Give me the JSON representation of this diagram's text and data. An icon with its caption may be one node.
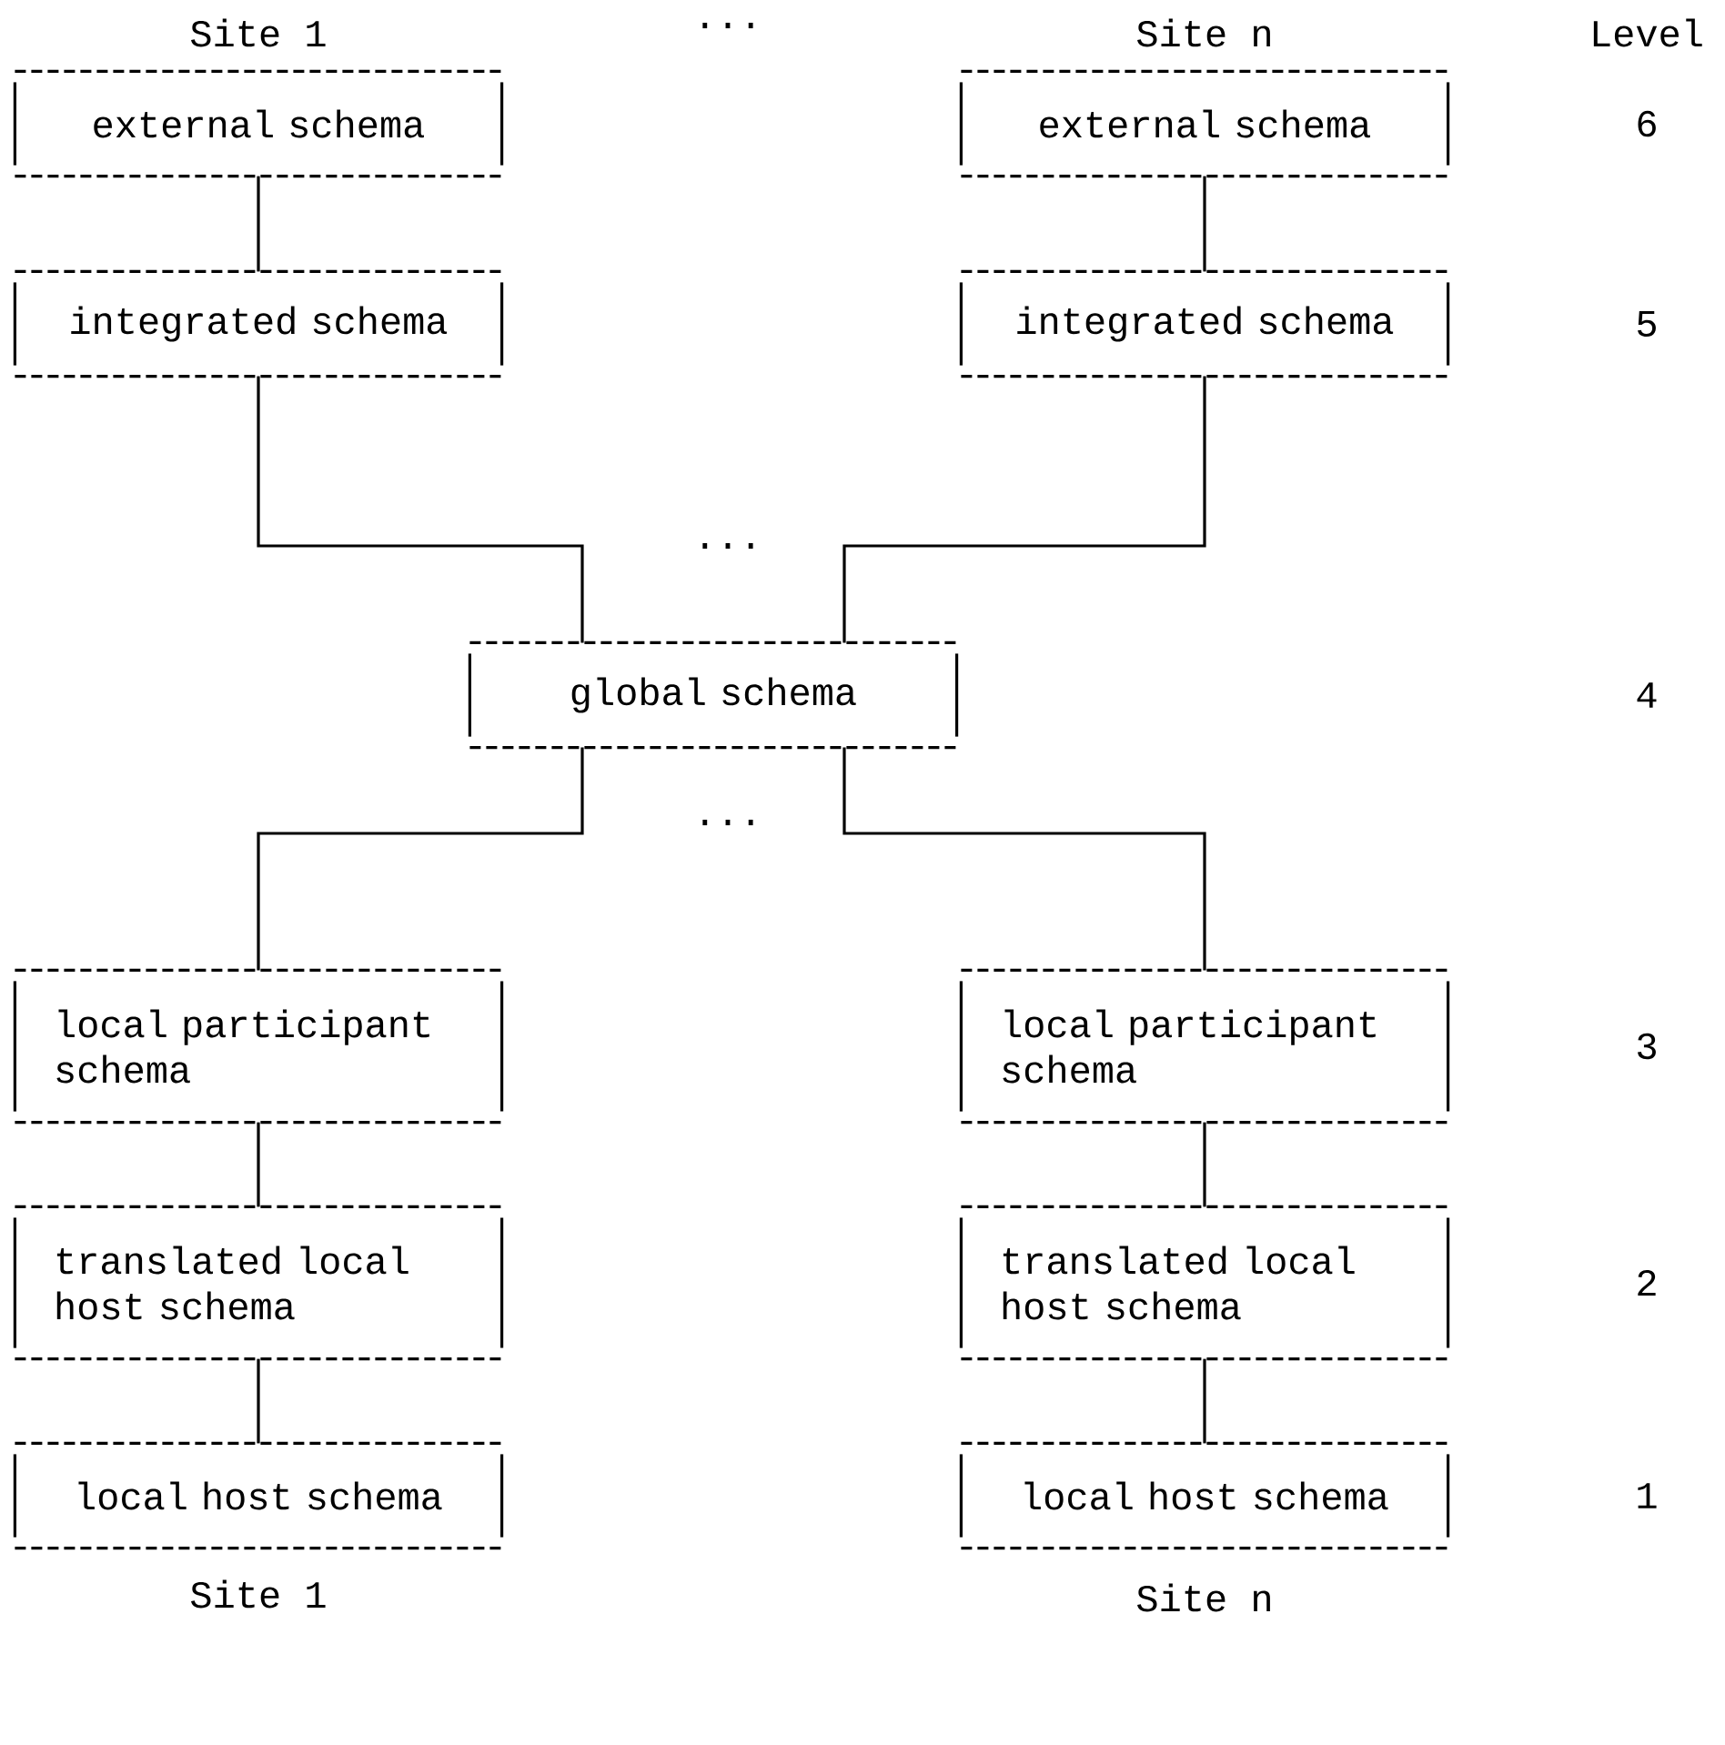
{
  "diagram": {
    "nodes": [
      {
        "text": [
          "external schema"
        ]
      },
      {
        "text": [
          "external schema"
        ]
      },
      {
        "text": [
          "integrated schema"
        ]
      },
      {
        "text": [
          "integrated schema"
        ]
      },
      {
        "text": [
          "global schema"
        ]
      },
      {
        "text": [
          "local participant schema"
        ]
      },
      {
        "text": [
          "local participant schema"
        ]
      },
      {
        "text": [
          "translated local host schema"
        ]
      },
      {
        "text": [
          "translated local host schema"
        ]
      },
      {
        "text": [
          "local host schema"
        ]
      },
      {
        "text": [
          "local host schema"
        ]
      }
    ],
    "edges": [
      {
        "from": 0,
        "to": 2,
        "arrow": "none"
      },
      {
        "from": 1,
        "to": 3,
        "arrow": "none"
      },
      {
        "from": 2,
        "to": 4,
        "arrow": "none"
      },
      {
        "from": 3,
        "to": 4,
        "arrow": "none"
      },
      {
        "from": 4,
        "to": 5,
        "arrow": "none"
      },
      {
        "from": 4,
        "to": 6,
        "arrow": "none"
      },
      {
        "from": 5,
        "to": 7,
        "arrow": "none"
      },
      {
        "from": 6,
        "to": 8,
        "arrow": "none"
      },
      {
        "from": 7,
        "to": 9,
        "arrow": "none"
      },
      {
        "from": 8,
        "to": 10,
        "arrow": "none"
      }
    ],
    "labels": [
      "Site 1",
      "...",
      "Site n",
      "Level",
      "6",
      "5",
      "...",
      "4",
      "...",
      "3",
      "2",
      "1",
      "Site 1",
      "Site n"
    ]
  }
}
